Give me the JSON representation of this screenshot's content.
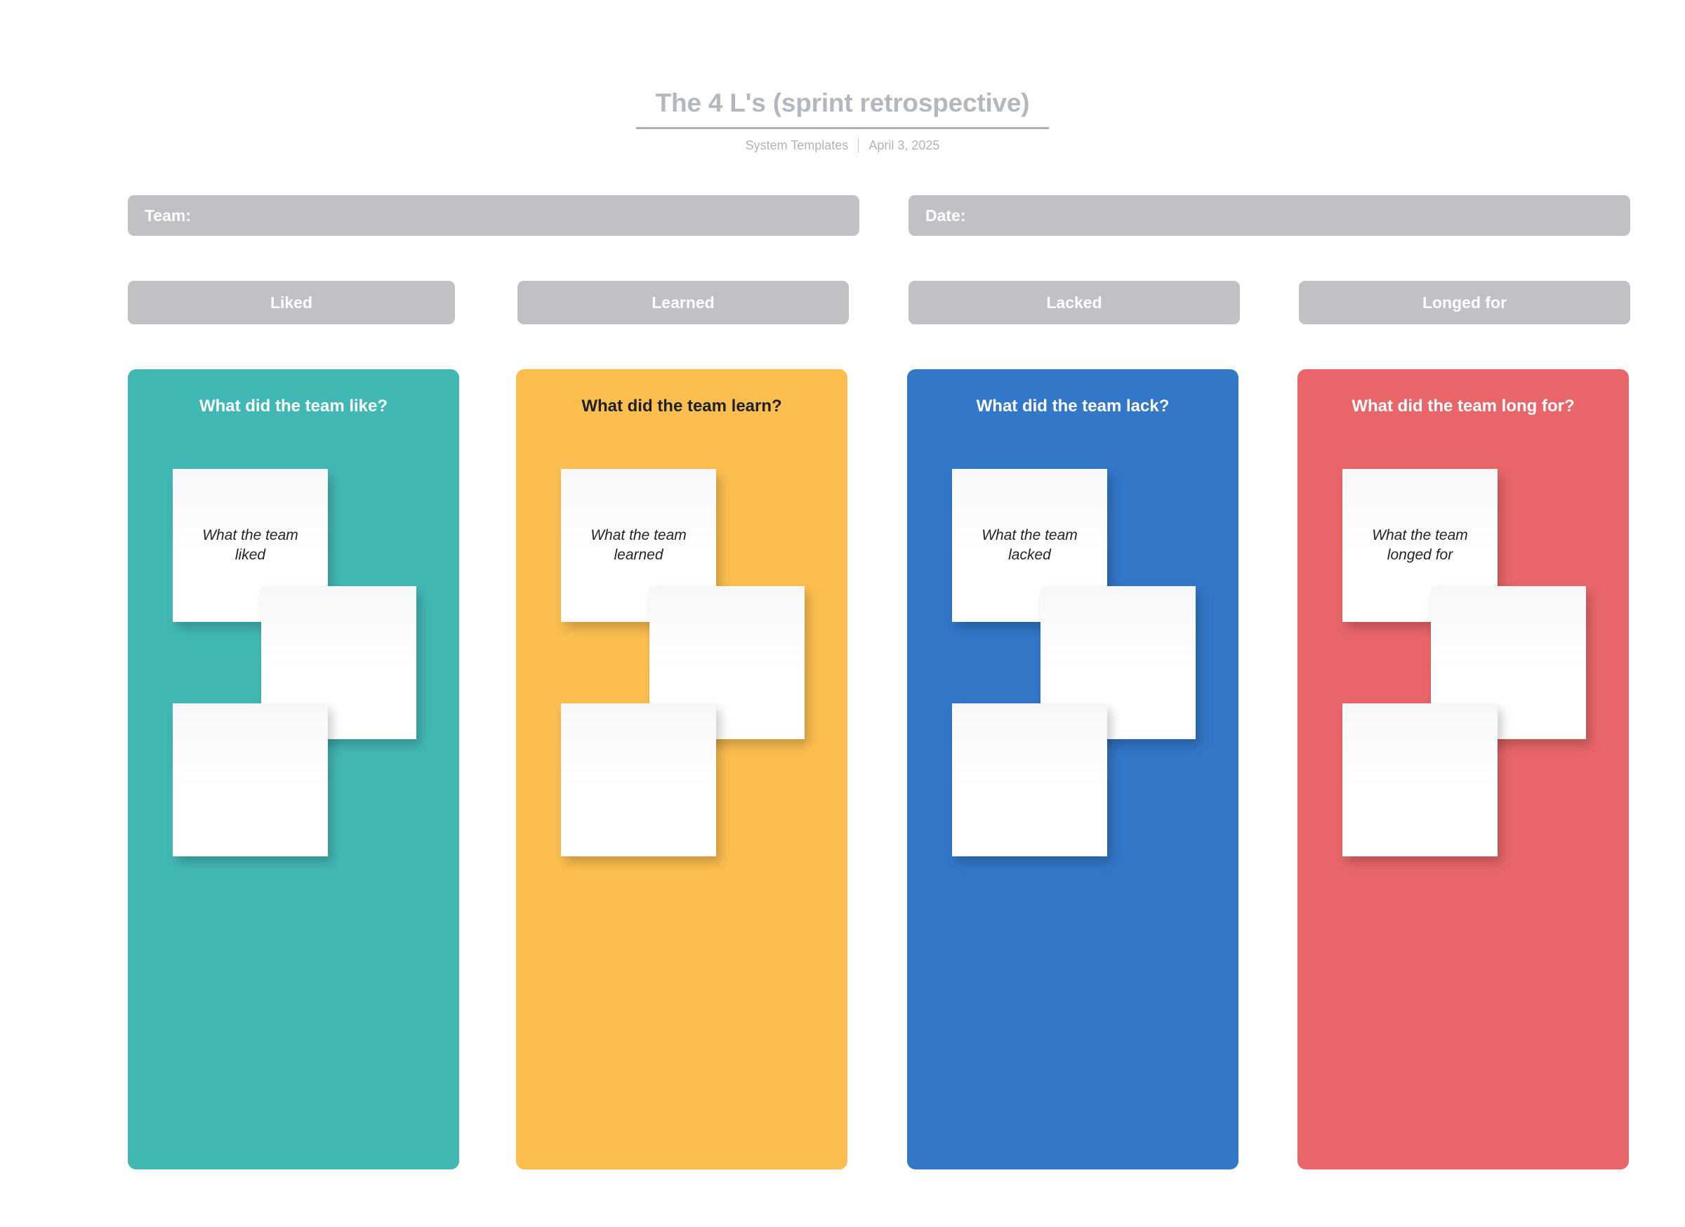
{
  "header": {
    "title": "The 4 L's (sprint retrospective)",
    "owner": "System Templates",
    "separator": "|",
    "date": "April 3, 2025"
  },
  "meta": {
    "team_label": "Team:",
    "team_value": "",
    "date_label": "Date:",
    "date_value": ""
  },
  "pills": [
    {
      "label": "Liked"
    },
    {
      "label": "Learned"
    },
    {
      "label": "Lacked"
    },
    {
      "label": "Longed for"
    }
  ],
  "columns": [
    {
      "key": "liked",
      "heading": "What did the team like?",
      "color": "#42b8b5",
      "heading_color": "#ffffff",
      "notes": [
        {
          "text": "What the team liked",
          "align": "left"
        },
        {
          "text": "",
          "align": "right"
        },
        {
          "text": "",
          "align": "left"
        }
      ]
    },
    {
      "key": "learned",
      "heading": "What did the team learn?",
      "color": "#fcbe4f",
      "heading_color": "#1d2127",
      "notes": [
        {
          "text": "What the team learned",
          "align": "left"
        },
        {
          "text": "",
          "align": "right"
        },
        {
          "text": "",
          "align": "left"
        }
      ]
    },
    {
      "key": "lacked",
      "heading": "What did the team lack?",
      "color": "#3277c8",
      "heading_color": "#ffffff",
      "notes": [
        {
          "text": "What the team lacked",
          "align": "left"
        },
        {
          "text": "",
          "align": "right"
        },
        {
          "text": "",
          "align": "left"
        }
      ]
    },
    {
      "key": "longed-for",
      "heading": "What did the team long for?",
      "color": "#e8666a",
      "heading_color": "#ffffff",
      "notes": [
        {
          "text": "What the team longed for",
          "align": "left"
        },
        {
          "text": "",
          "align": "right"
        },
        {
          "text": "",
          "align": "left"
        }
      ]
    }
  ],
  "theme": {
    "page_background": "#ffffff",
    "meta_bar_color": "#bfc1c4",
    "pill_color": "#bfc1c4",
    "title_color": "#b3b8bf",
    "subtitle_color": "#b0b5bc",
    "note_background": "#ffffff"
  }
}
